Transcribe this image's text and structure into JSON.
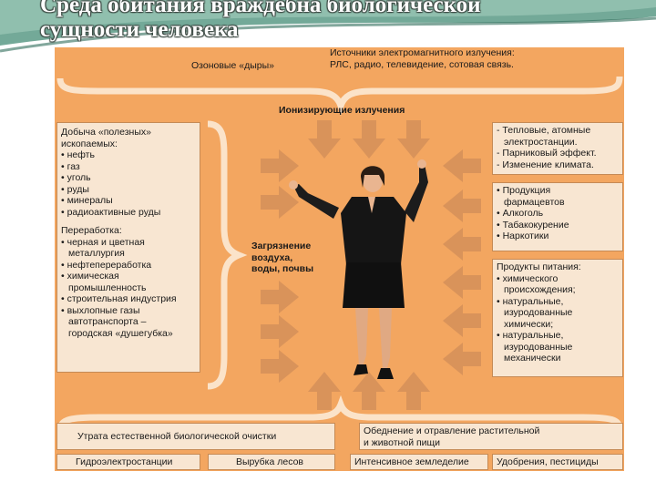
{
  "title": {
    "line1": "Среда обитания враждебна биологической",
    "line2": "сущности человека"
  },
  "top": {
    "ozone": "Озоновые «дыры»",
    "sources_line1": "Источники электромагнитного излучения:",
    "sources_line2": "РЛС, радио, телевидение, сотовая связь.",
    "ionizing": "Ионизирующие излучения"
  },
  "left_box": {
    "lines": [
      "Добыча «полезных»",
      "ископаемых:",
      "• нефть",
      "• газ",
      "• уголь",
      "• руды",
      "• минералы",
      "• радиоактивные руды",
      "",
      "Переработка:",
      "• черная и цветная",
      "  металлургия",
      "• нефтепереработка",
      "• химическая",
      "  промышленность",
      "• строительная индустрия",
      "• выхлопные газы",
      "  автотранспорта –",
      "  городская «душегубка»"
    ]
  },
  "pollution": {
    "line1": "Загрязнение",
    "line2": "воздуха,",
    "line3": "воды, почвы"
  },
  "right_box1": {
    "lines": [
      "- Тепловые, атомные",
      "  электростанции.",
      "- Парниковый эффект.",
      "- Изменение климата."
    ]
  },
  "right_box2": {
    "lines": [
      "• Продукция",
      "  фармацевтов",
      "• Алкоголь",
      "• Табакокурение",
      "• Наркотики"
    ]
  },
  "right_box3": {
    "lines": [
      "Продукты питания:",
      "• химического",
      "  происхождения;",
      "• натуральные,",
      "  изуродованные",
      "  химически;",
      "• натуральные,",
      "  изуродованные",
      "  механически"
    ]
  },
  "bottom": {
    "loss": "Утрата естественной биологической очистки",
    "depletion_line1": "Обеднение и отравление растительной",
    "depletion_line2": "и животной пищи",
    "hydro": "Гидроэлектростанции",
    "logging": "Вырубка лесов",
    "farming": "Интенсивное земледелие",
    "fertilizers": "Удобрения, пестициды"
  },
  "colors": {
    "panel": "#f3a660",
    "box": "#f8e6d2",
    "arrow": "#d9935a",
    "brace": "#fbe3c9"
  }
}
